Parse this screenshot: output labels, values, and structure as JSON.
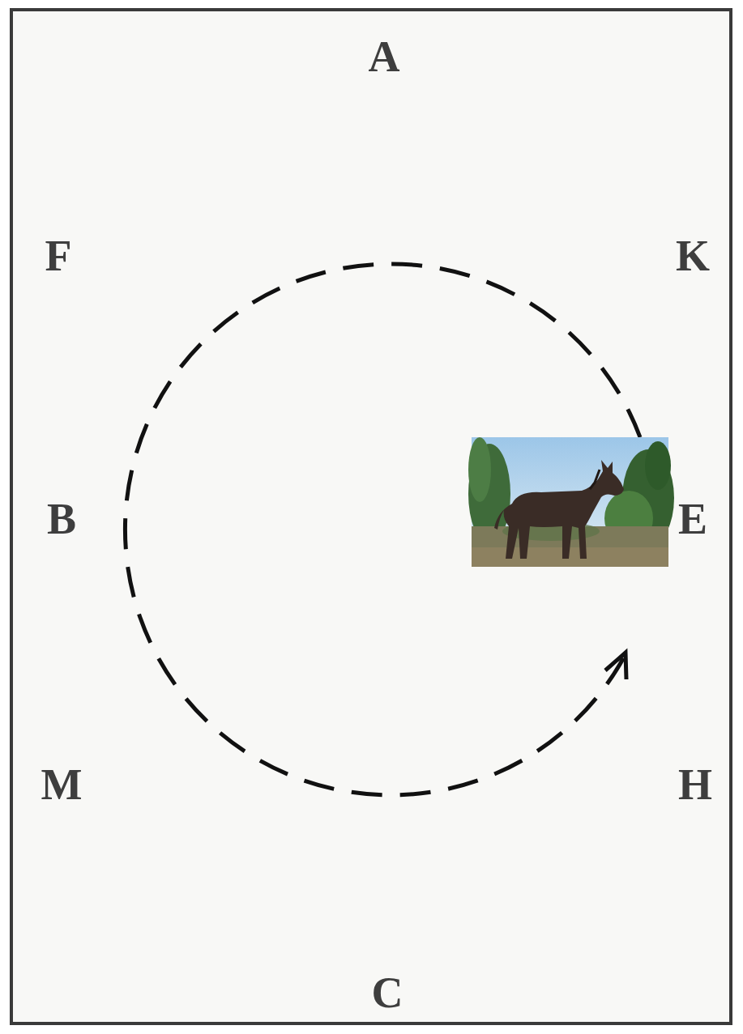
{
  "diagram": {
    "labels": [
      "A",
      "F",
      "K",
      "B",
      "E",
      "M",
      "H",
      "C"
    ]
  }
}
